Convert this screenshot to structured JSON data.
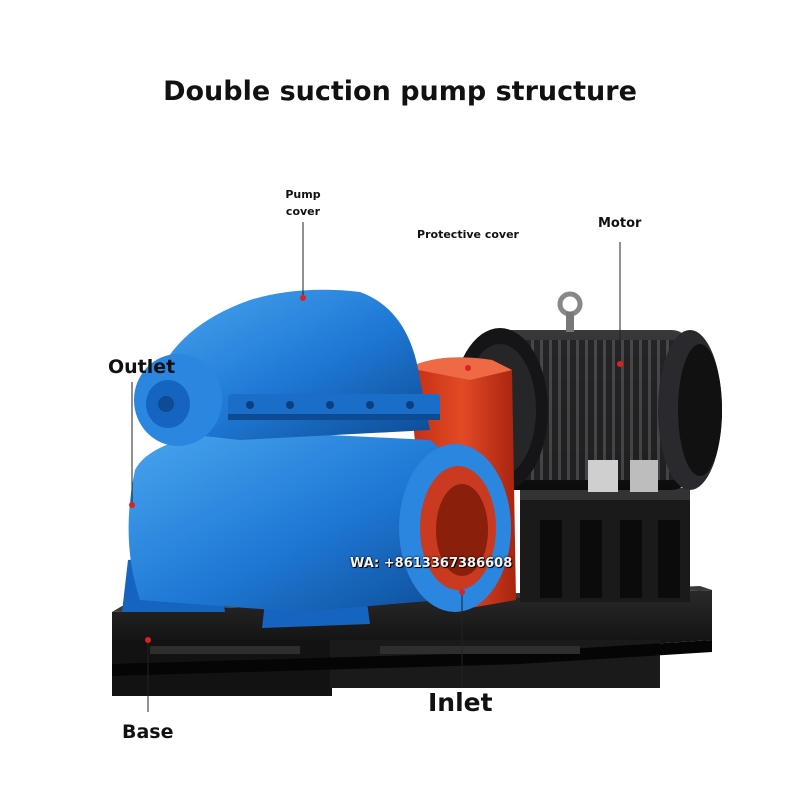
{
  "title": "Double suction pump structure",
  "labels": {
    "pump_cover": "Pump\ncover",
    "protective_cover": "Protective cover",
    "motor": "Motor",
    "outlet": "Outlet",
    "base": "Base",
    "inlet": "Inlet"
  },
  "watermark": "WA: +8613367386608",
  "colors": {
    "pump_blue": "#1e78d4",
    "pump_dark": "#0f4f9c",
    "cover_red": "#d93a1e",
    "motor_black": "#1c1c1e",
    "base_black": "#161616",
    "marker_red": "#e02020"
  }
}
